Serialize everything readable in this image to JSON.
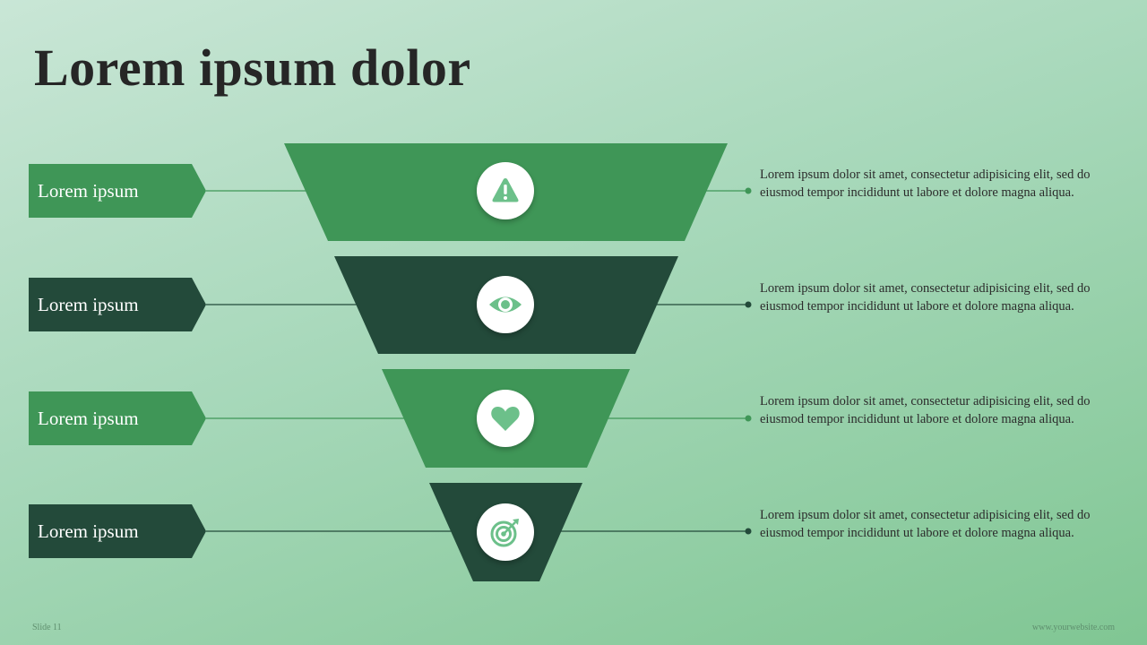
{
  "slide": {
    "title": "Lorem ipsum dolor",
    "slide_label": "Slide 11",
    "website": "www.yourwebsite.com"
  },
  "colors": {
    "light_green": "#3f9657",
    "dark_green": "#234a3a",
    "icon_color": "#6cc08a"
  },
  "funnel": {
    "levels": [
      {
        "label": "Lorem ipsum",
        "icon": "warning-icon",
        "color": "#3f9657",
        "text": "Lorem ipsum dolor sit amet, consectetur adipisicing elit, sed do eiusmod tempor incididunt ut labore et dolore magna aliqua."
      },
      {
        "label": "Lorem ipsum",
        "icon": "eye-icon",
        "color": "#234a3a",
        "text": "Lorem ipsum dolor sit amet, consectetur adipisicing elit, sed do eiusmod tempor incididunt ut labore et dolore magna aliqua."
      },
      {
        "label": "Lorem ipsum",
        "icon": "heart-icon",
        "color": "#3f9657",
        "text": "Lorem ipsum dolor sit amet, consectetur adipisicing elit, sed do eiusmod tempor incididunt ut labore et dolore magna aliqua."
      },
      {
        "label": "Lorem ipsum",
        "icon": "target-icon",
        "color": "#234a3a",
        "text": "Lorem ipsum dolor sit amet, consectetur adipisicing elit, sed do eiusmod tempor incididunt ut labore et dolore magna aliqua."
      }
    ]
  }
}
